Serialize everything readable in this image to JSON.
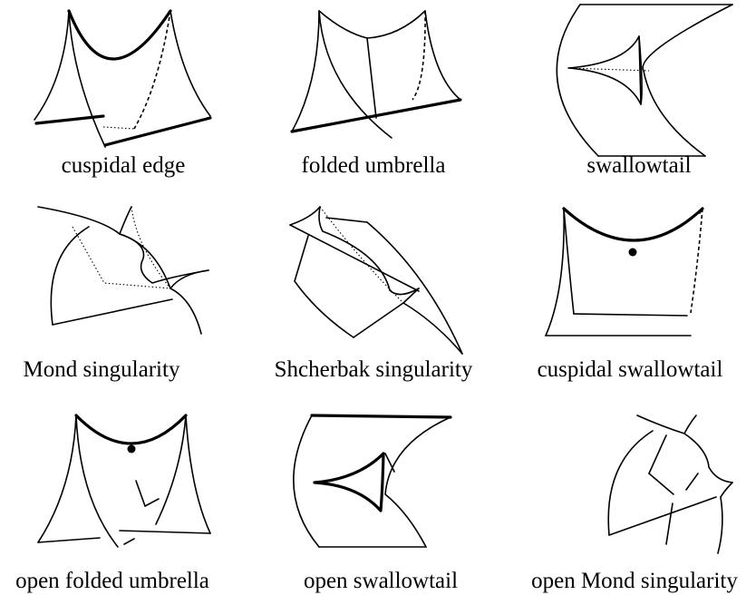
{
  "panels": [
    {
      "label": "cuspidal edge"
    },
    {
      "label": "folded umbrella"
    },
    {
      "label": "swallowtail"
    },
    {
      "label": "Mond singularity"
    },
    {
      "label": "Shcherbak singularity"
    },
    {
      "label": "cuspidal swallowtail"
    },
    {
      "label": "open folded umbrella"
    },
    {
      "label": "open swallowtail"
    },
    {
      "label": "open Mond singularity"
    }
  ]
}
